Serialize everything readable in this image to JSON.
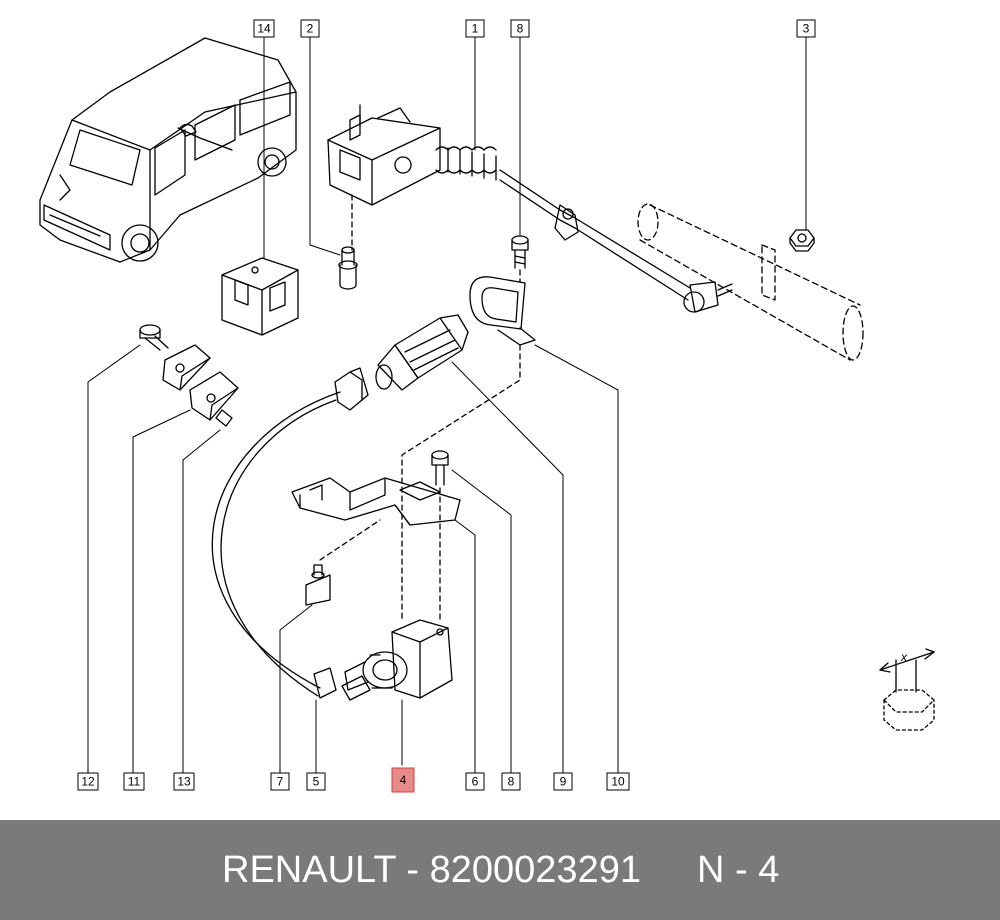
{
  "colors": {
    "line": "#000000",
    "footer_bg": "#7a7a7a",
    "footer_text": "#ffffff",
    "highlight_fill": "#e88a8a",
    "highlight_border": "#d04040"
  },
  "callouts": [
    {
      "label": "1"
    },
    {
      "label": "2"
    },
    {
      "label": "3"
    },
    {
      "label": "4",
      "highlighted": true
    },
    {
      "label": "5"
    },
    {
      "label": "6"
    },
    {
      "label": "7"
    },
    {
      "label": "8"
    },
    {
      "label": "8"
    },
    {
      "label": "9"
    },
    {
      "label": "10"
    },
    {
      "label": "11"
    },
    {
      "label": "12"
    },
    {
      "label": "13"
    },
    {
      "label": "14"
    }
  ],
  "inset": {
    "dimension_label": "x"
  },
  "footer": {
    "brand_part": "RENAULT - 8200023291",
    "ref": "N - 4"
  }
}
